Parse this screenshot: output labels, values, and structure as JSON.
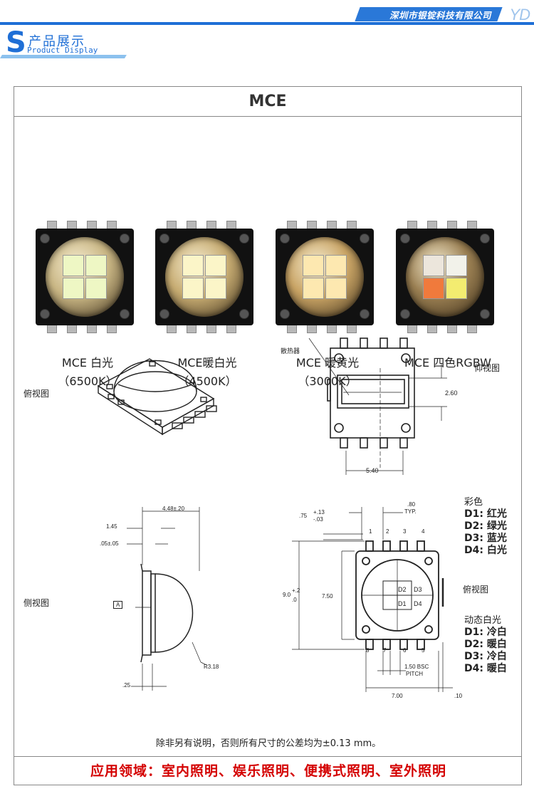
{
  "header": {
    "company": "深圳市银锭科技有限公司",
    "logo": "YD",
    "section_letter": "S",
    "section_title": "产品展示",
    "section_subtitle": "Product Display"
  },
  "panel": {
    "title": "MCE",
    "products": [
      {
        "name": "MCE 白光",
        "temp": "（6500K）",
        "die_colors": [
          "#eef7c4",
          "#eef7c4",
          "#eef7c4",
          "#eef7c4"
        ],
        "lens": "#c9b684"
      },
      {
        "name": "MCE暖白光",
        "temp": "（4500K）",
        "die_colors": [
          "#fbf5c8",
          "#fbf5c8",
          "#fbf5c8",
          "#fbf5c8"
        ],
        "lens": "#c7ac72"
      },
      {
        "name": "MCE 暖黄光",
        "temp": "（3000K）",
        "die_colors": [
          "#fde8b0",
          "#fde8b0",
          "#fde8b0",
          "#fde8b0"
        ],
        "lens": "#c9a465"
      },
      {
        "name": "MCE 四色RGBW",
        "temp": "",
        "die_colors": [
          "#ece6dc",
          "#f2f2ea",
          "#f07a3c",
          "#f3ec70"
        ],
        "lens": "#9a7f52"
      }
    ]
  },
  "top_view": {
    "label": "俯视图"
  },
  "bottom_view": {
    "label": "仰视图",
    "heatsink_label": "散热器",
    "dim_height": "2.60",
    "dim_width": "5.40"
  },
  "side_view": {
    "label": "侧视图",
    "dim_top": "4.48±.20",
    "dim_145": "1.45",
    "dim_05": ".05±.05",
    "ref_a": "A",
    "radius": "R3.18",
    "dim_25": ".25"
  },
  "front_view": {
    "label": "俯视图",
    "dim_80": ".80",
    "dim_typ": "TYP.",
    "dim_75": ".75",
    "tol_plus": "+.13",
    "tol_minus": "-.03",
    "pins_top": [
      "1",
      "2",
      "3",
      "4"
    ],
    "pins_bottom": [
      "8",
      "7",
      "6",
      "5"
    ],
    "dim_90": "9.0",
    "tol_90_plus": "+.2",
    "tol_90_minus": ".0",
    "dim_750": "7.50",
    "dies": [
      "D2",
      "D3",
      "D1",
      "D4"
    ],
    "pitch_line1": "1.50 BSC",
    "pitch_line2": "PITCH",
    "dim_700": "7.00",
    "dim_10": ".10"
  },
  "legend_color": {
    "title": "彩色",
    "rows": [
      "D1: 红光",
      "D2: 绿光",
      "D3: 蓝光",
      "D4: 白光"
    ]
  },
  "legend_dynamic": {
    "title": "动态白光",
    "rows": [
      "D1: 冷白",
      "D2: 暖白",
      "D3: 冷白",
      "D4: 暖白"
    ]
  },
  "note": "除非另有说明，否则所有尺寸的公差均为±0.13 mm。",
  "application": "应用领域：室内照明、娱乐照明、便携式照明、室外照明",
  "colors": {
    "brand_blue": "#1f6fd6",
    "accent_red": "#d40000"
  }
}
